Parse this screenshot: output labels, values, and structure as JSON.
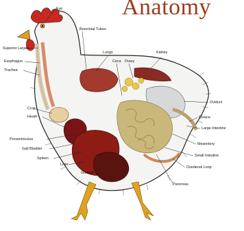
{
  "title": "Anatomy",
  "labels": {
    "eye": "Eye",
    "bronchial_tubes": "Bronchial Tubes",
    "superior_larynx": "Superior Larynx",
    "esophagus": "Esophagus",
    "trachea": "Trachea",
    "lungs": "Lungs",
    "ceca": "Ceca",
    "ovary": "Ovary",
    "kidney": "Kidney",
    "oviduct": "Oviduct",
    "crop": "Crop",
    "heart": "Heart",
    "cloaca": "Cloaca",
    "large_intestine": "Large Intestine",
    "mesentery": "Mesentery",
    "proventriculus": "Proventriculus",
    "gall_bladder": "Gall Bladder",
    "spleen": "Spleen",
    "small_intestine": "Small Intestine",
    "duodenal_loop": "Duodenal Loop",
    "liver": "Liver",
    "gizzard": "Gizzard",
    "pancreas": "Pancreas"
  },
  "colors": {
    "title": "#9a3b1a",
    "comb": "#c8281e",
    "beak": "#e0a020",
    "legs": "#e0a020",
    "outline": "#222222",
    "heart": "#7a1414",
    "liver": "#8e1b14",
    "gizzard": "#5a1410",
    "intestine": "#c9b87a",
    "lungs": "#a23a2e",
    "trachea": "#d9c9a8",
    "esophagus": "#d88a6a",
    "oviduct": "#d6d8da"
  }
}
